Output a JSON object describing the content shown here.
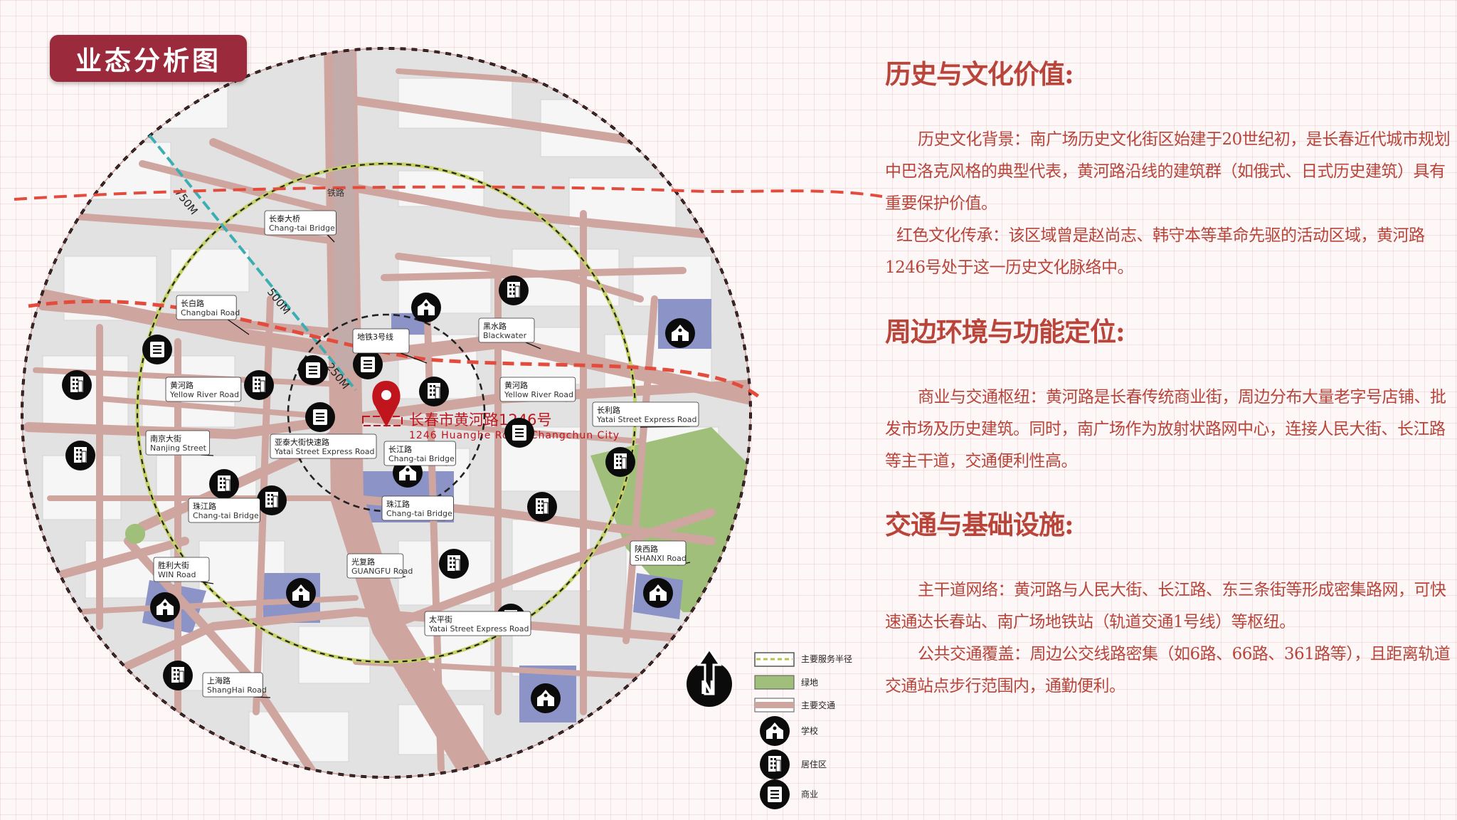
{
  "title": "业态分析图",
  "map": {
    "location_name_cn": "长春市黄河路1246号",
    "location_name_en": "1246 Huanghe Road, Changchun City",
    "rail_label": "铁路",
    "radius_labels": [
      "750M",
      "500M",
      "250M"
    ],
    "callouts": [
      {
        "cn": "长泰大桥",
        "en": "Chang-tai Bridge"
      },
      {
        "cn": "长白路",
        "en": "Changbai Road"
      },
      {
        "cn": "地铁3号线",
        "en": ""
      },
      {
        "cn": "黑水路",
        "en": "Blackwater"
      },
      {
        "cn": "黄河路",
        "en": "Yellow River Road"
      },
      {
        "cn": "黄河路",
        "en": "Yellow River Road"
      },
      {
        "cn": "长利路",
        "en": "Yatai Street Express Road"
      },
      {
        "cn": "南京大街",
        "en": "Nanjing Street"
      },
      {
        "cn": "亚泰大街快速路",
        "en": "Yatai Street Express Road"
      },
      {
        "cn": "长江路",
        "en": "Chang-tai Bridge"
      },
      {
        "cn": "珠江路",
        "en": "Chang-tai Bridge"
      },
      {
        "cn": "珠江路",
        "en": "Chang-tai Bridge"
      },
      {
        "cn": "胜利大街",
        "en": "WIN Road"
      },
      {
        "cn": "光复路",
        "en": "GUANGFU Road"
      },
      {
        "cn": "陕西路",
        "en": "SHANXI Road"
      },
      {
        "cn": "太平街",
        "en": "Yatai Street Express Road"
      },
      {
        "cn": "上海路",
        "en": "ShangHai Road"
      }
    ]
  },
  "legend": {
    "items": [
      {
        "label": "主要服务半径",
        "icon": "dashed-circle-swatch"
      },
      {
        "label": "绿地",
        "icon": "green-swatch"
      },
      {
        "label": "主要交通",
        "icon": "road-swatch"
      },
      {
        "label": "学校",
        "icon": "school-icon"
      },
      {
        "label": "居住区",
        "icon": "residential-icon"
      },
      {
        "label": "商业",
        "icon": "commercial-icon"
      }
    ],
    "north_label": "N"
  },
  "sections": [
    {
      "heading": "历史与文化价值:",
      "paragraphs": [
        "历史文化背景：南广场历史文化街区始建于20世纪初，是长春近代城市规划中巴洛克风格的典型代表，黄河路沿线的建筑群（如俄式、日式历史建筑）具有重要保护价值。",
        "红色文化传承：该区域曾是赵尚志、韩守本等革命先驱的活动区域，黄河路1246号处于这一历史文化脉络中。"
      ]
    },
    {
      "heading": "周边环境与功能定位:",
      "paragraphs": [
        "商业与交通枢纽：黄河路是长春传统商业街，周边分布大量老字号店铺、批发市场及历史建筑。同时，南广场作为放射状路网中心，连接人民大街、长江路等主干道，交通便利性高。"
      ]
    },
    {
      "heading": "交通与基础设施:",
      "paragraphs": [
        "主干道网络：黄河路与人民大街、长江路、东三条街等形成密集路网，可快速通达长春站、南广场地铁站（轨道交通1号线）等枢纽。",
        "公共交通覆盖：周边公交线路密集（如6路、66路、361路等），且距离轨道交通站点步行范围内，通勤便利。"
      ]
    }
  ],
  "colors": {
    "badge": "#9b2a3c",
    "text": "#b8443a",
    "road": "#cfa5a0",
    "green": "#9fbf7a",
    "school_block": "#8c93c6",
    "red_dash": "#e34b3c",
    "teal_dash": "#3aaeb1"
  }
}
